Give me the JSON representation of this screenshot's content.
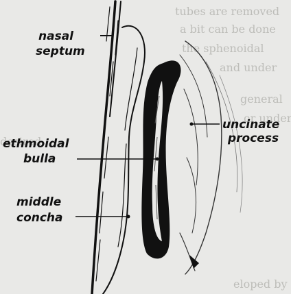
{
  "labels": {
    "nasal_1": "nasal",
    "nasal_2": "septum",
    "ethmoidal_1": "ethmoidal",
    "ethmoidal_2": "bulla",
    "middle_1": "middle",
    "middle_2": "concha",
    "uncinate_1": "uncinate",
    "uncinate_2": "process"
  },
  "showthrough_text": [
    "tubes are removed",
    "a bit can be done",
    "the sphenoidal",
    "and under",
    "general",
    "or under",
    "desired",
    "eloped by"
  ],
  "colors": {
    "paper": "#e9e9e7",
    "ink": "#111111",
    "showthrough": "#bdbdb9"
  }
}
